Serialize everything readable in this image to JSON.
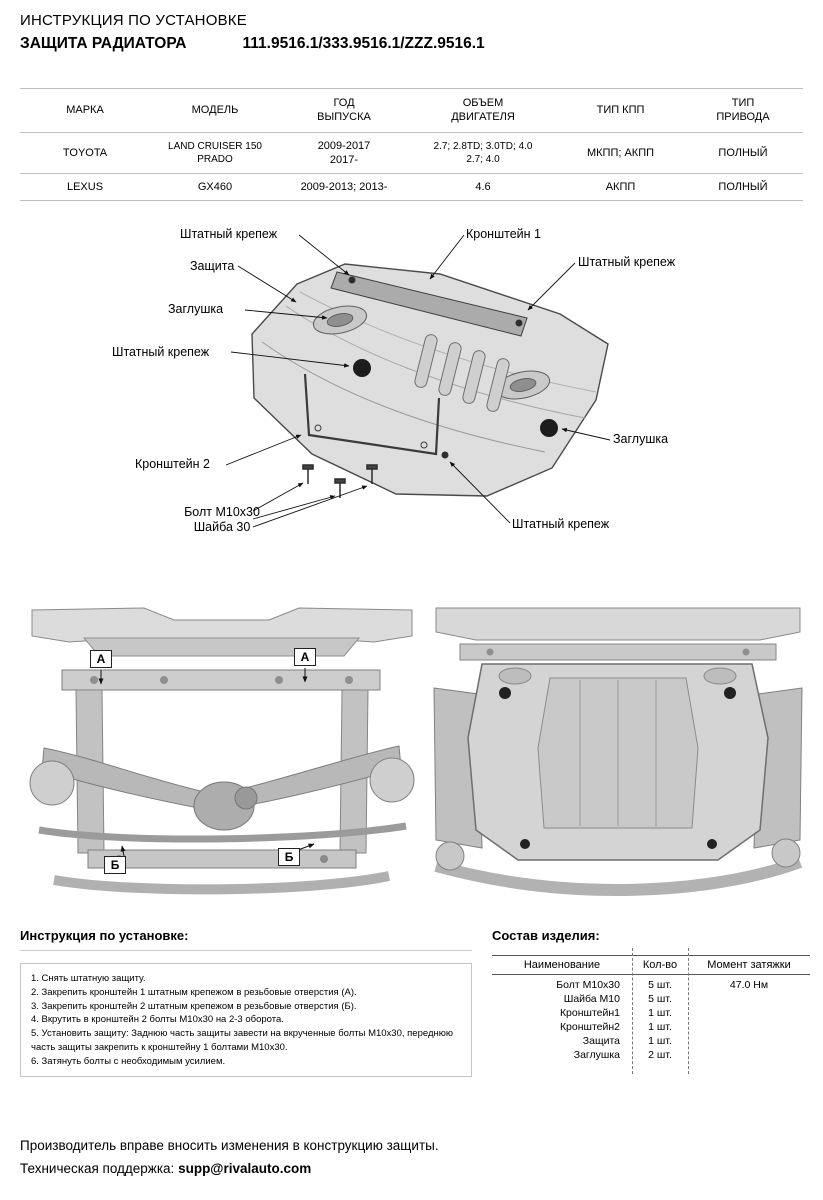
{
  "header": {
    "doc_title": "ИНСТРУКЦИЯ ПО УСТАНОВКЕ",
    "product_title": "ЗАЩИТА РАДИАТОРА",
    "part_numbers": "111.9516.1/333.9516.1/ZZZ.9516.1"
  },
  "vehicle_table": {
    "headers": [
      "МАРКА",
      "МОДЕЛЬ",
      "ГОД\nВЫПУСКА",
      "ОБЪЕМ\nДВИГАТЕЛЯ",
      "ТИП КПП",
      "ТИП\nПРИВОДА"
    ],
    "rows": [
      {
        "brand": "TOYOTA",
        "model": "LAND CRUISER 150\nPRADO",
        "years": "2009-2017\n2017-",
        "engine": "2.7; 2.8TD; 3.0TD; 4.0\n2.7; 4.0",
        "gearbox": "МКПП; АКПП",
        "drive": "ПОЛНЫЙ"
      },
      {
        "brand": "LEXUS",
        "model": "GX460",
        "years": "2009-2013; 2013-",
        "engine": "4.6",
        "gearbox": "АКПП",
        "drive": "ПОЛНЫЙ"
      }
    ]
  },
  "diagram": {
    "callouts": {
      "fastener_top_left": "Штатный крепеж",
      "bracket1": "Кронштейн 1",
      "fastener_right": "Штатный крепеж",
      "guard": "Защита",
      "plug_left": "Заглушка",
      "fastener_left": "Штатный крепеж",
      "plug_right": "Заглушка",
      "bracket2": "Кронштейн 2",
      "bolt": "Болт М10х30\nШайба 30",
      "fastener_bottom": "Штатный крепеж"
    },
    "photo_markers": {
      "a": "А",
      "b": "Б"
    }
  },
  "instructions": {
    "title": "Инструкция по установке:",
    "steps": [
      "1. Снять штатную защиту.",
      "2. Закрепить кронштейн 1 штатным крепежом в резьбовые отверстия (А).",
      "3. Закрепить кронштейн 2 штатным крепежом в резьбовые отверстия (Б).",
      "4. Вкрутить в кронштейн 2 болты М10х30 на 2-3 оборота.",
      "5. Установить защиту: Заднюю часть защиты завести на вкрученные болты М10х30, переднюю часть защиты закрепить к кронштейну 1 болтами М10х30.",
      "6. Затянуть болты с необходимым усилием."
    ]
  },
  "parts": {
    "title": "Состав изделия:",
    "headers": {
      "name": "Наименование",
      "qty": "Кол-во",
      "torque": "Момент затяжки"
    },
    "rows": [
      {
        "name": "Болт М10х30",
        "qty": "5 шт.",
        "torque": "47.0 Нм"
      },
      {
        "name": "Шайба М10",
        "qty": "5 шт.",
        "torque": ""
      },
      {
        "name": "Кронштейн1",
        "qty": "1 шт.",
        "torque": ""
      },
      {
        "name": "Кронштейн2",
        "qty": "1 шт.",
        "torque": ""
      },
      {
        "name": "Защита",
        "qty": "1 шт.",
        "torque": ""
      },
      {
        "name": "Заглушка",
        "qty": "2 шт.",
        "torque": ""
      }
    ]
  },
  "footer": {
    "notice": "Производитель вправе вносить изменения в конструкцию защиты.",
    "support_label": "Техническая поддержка:",
    "support_email": "supp@rivalauto.com"
  }
}
